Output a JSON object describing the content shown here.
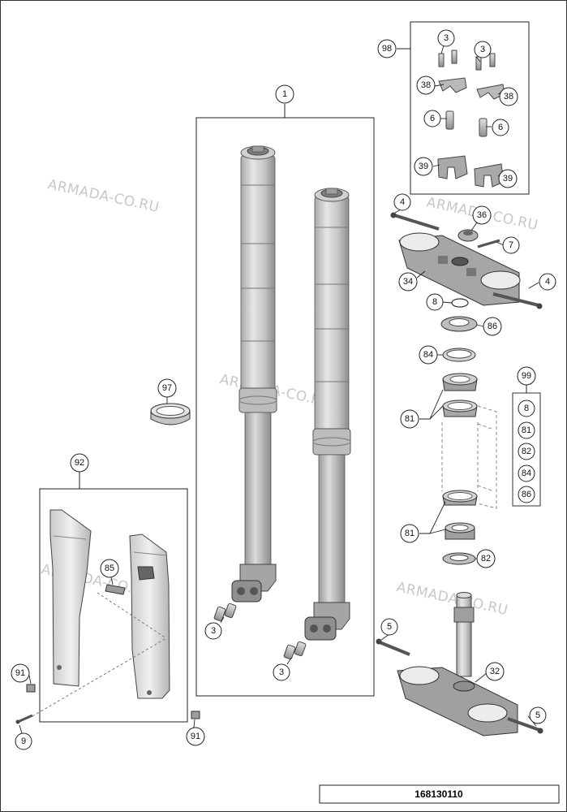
{
  "watermark": "ARMADA-CO.RU",
  "document_number": "168130110",
  "callouts": {
    "c1": "1",
    "c3a": "3",
    "c3b": "3",
    "c3c": "3",
    "c3d": "3",
    "c4a": "4",
    "c4b": "4",
    "c5a": "5",
    "c5b": "5",
    "c6a": "6",
    "c6b": "6",
    "c7": "7",
    "c8": "8",
    "c9": "9",
    "c32": "32",
    "c34": "34",
    "c36": "36",
    "c38a": "38",
    "c38b": "38",
    "c39a": "39",
    "c39b": "39",
    "c81a": "81",
    "c81b": "81",
    "c82": "82",
    "c84": "84",
    "c85": "85",
    "c86": "86",
    "c91a": "91",
    "c91b": "91",
    "c92": "92",
    "c97": "97",
    "c98": "98",
    "c99": "99"
  },
  "kit_99_contents": [
    "8",
    "81",
    "82",
    "84",
    "86"
  ]
}
